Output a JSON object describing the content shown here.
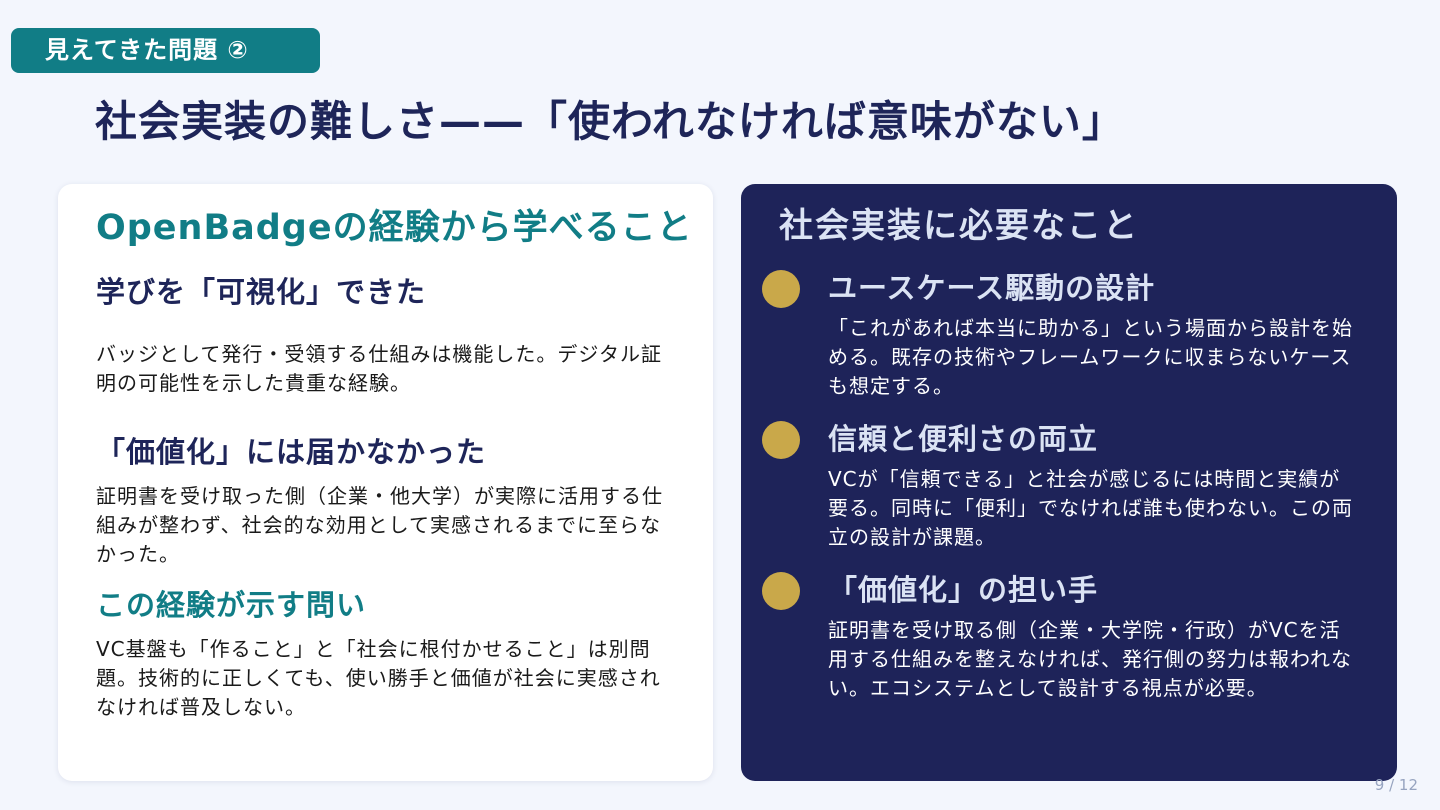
{
  "tag": "見えてきた問題 ②",
  "title": "社会実装の難しさ——「使われなければ意味がない」",
  "left_card": {
    "heading": "OpenBadgeの経験から学べること",
    "sections": [
      {
        "title": "学びを「可視化」できた",
        "text": "バッジとして発行・受領する仕組みは機能した。デジタル証明の可能性を示した貴重な経験。"
      },
      {
        "title": "「価値化」には届かなかった",
        "text": "証明書を受け取った側（企業・他大学）が実際に活用する仕組みが整わず、社会的な効用として実感されるまでに至らなかった。"
      },
      {
        "title": "この経験が示す問い",
        "text": "VC基盤も「作ること」と「社会に根付かせること」は別問題。技術的に正しくても、使い勝手と価値が社会に実感されなければ普及しない。"
      }
    ]
  },
  "right_card": {
    "heading": "社会実装に必要なこと",
    "items": [
      {
        "title": "ユースケース駆動の設計",
        "text": "「これがあれば本当に助かる」という場面から設計を始める。既存の技術やフレームワークに収まらないケースも想定する。"
      },
      {
        "title": "信頼と便利さの両立",
        "text": "VCが「信頼できる」と社会が感じるには時間と実績が要る。同時に「便利」でなければ誰も使わない。この両立の設計が課題。"
      },
      {
        "title": "「価値化」の担い手",
        "text": "証明書を受け取る側（企業・大学院・行政）がVCを活用する仕組みを整えなければ、発行側の努力は報われない。エコシステムとして設計する視点が必要。"
      }
    ]
  },
  "page_number": "9 / 12",
  "colors": {
    "background": "#f3f6fd",
    "teal": "#117d86",
    "navy": "#1e2359",
    "gold": "#c9a84a"
  }
}
